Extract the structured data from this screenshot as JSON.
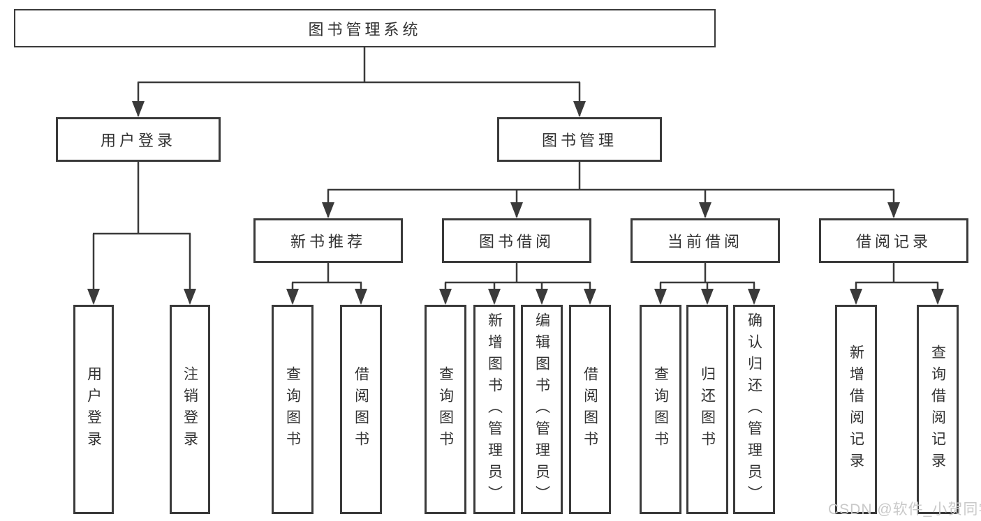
{
  "title": {
    "label": "图书管理系统"
  },
  "nodes": {
    "user_login": "用户登录",
    "book_mgmt": "图书管理",
    "new_book": "新书推荐",
    "book_borrow": "图书借阅",
    "current_borrow": "当前借阅",
    "borrow_record": "借阅记录"
  },
  "leaves": {
    "user_login": [
      "用户登录",
      "注销登录"
    ],
    "new_book": [
      "查询图书",
      "借阅图书"
    ],
    "book_borrow": [
      "查询图书",
      "新增图书（管理员）",
      "编辑图书（管理员）",
      "借阅图书"
    ],
    "current_borrow": [
      "查询图书",
      "归还图书",
      "确认归还（管理员）"
    ],
    "borrow_record": [
      "新增借阅记录",
      "查询借阅记录"
    ]
  },
  "watermark": {
    "text": "CSDN @软件_小贺同学"
  },
  "colors": {
    "line": "#3a3a3a",
    "text": "#333333",
    "watermark": "#c9c9c9",
    "background": "#ffffff"
  }
}
